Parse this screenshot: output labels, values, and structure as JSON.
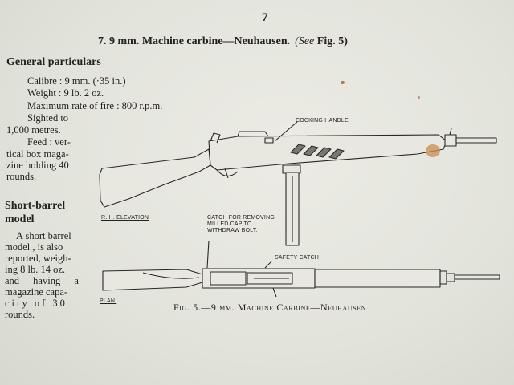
{
  "page_number": "7",
  "heading": {
    "main": "7. 9 mm. Machine carbine—Neuhausen.",
    "see_prefix": "(See ",
    "see_fig": "Fig. 5)"
  },
  "general": {
    "title": "General particulars",
    "calibre": "Calibre : 9 mm. (·35 in.)",
    "weight": "Weight : 9 lb. 2 oz.",
    "rate": "Maximum rate of fire : 800 r.p.m.",
    "sighted": [
      "Sighted to",
      "1,000 metres."
    ],
    "feed": [
      "Feed : ver-",
      "tical box maga-",
      "zine holding 40",
      "rounds."
    ]
  },
  "short_barrel": {
    "title": [
      "Short-barrel",
      "model"
    ],
    "text": [
      "A short barrel",
      "model , is also",
      "reported, weigh-",
      "ing 8 lb. 14 oz.",
      "and having a",
      "magazine capa-",
      "city of 30",
      "rounds."
    ]
  },
  "figure": {
    "labels": {
      "cocking": "COCKING HANDLE.",
      "elevation": "R. H. ELEVATION",
      "catch": [
        "CATCH FOR REMOVING",
        "MILLED CAP TO",
        "WITHDRAW BOLT."
      ],
      "safety": "SAFETY CATCH",
      "plan": "PLAN."
    },
    "caption": "Fig. 5.—9 mm. Machine Carbine—Neuhausen"
  }
}
